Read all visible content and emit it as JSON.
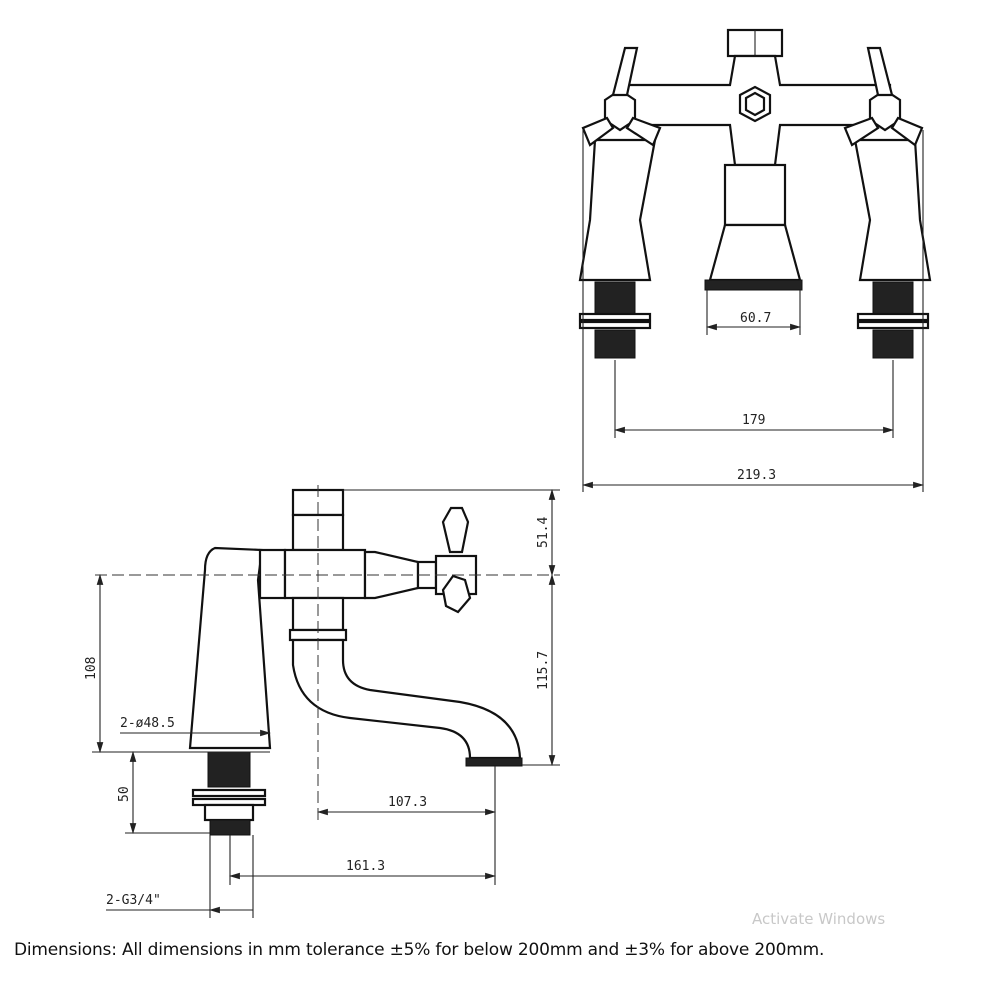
{
  "front_view": {
    "dim_spout_base": "60.7",
    "dim_tap_centres": "179",
    "dim_overall_width": "219.3"
  },
  "side_view": {
    "dim_height_to_centre": "108",
    "dim_thread_length": "50",
    "dim_top_to_centre": "51.4",
    "dim_centre_to_spout": "115.7",
    "dim_base_diameter": "2-ø48.5",
    "dim_spout_reach": "107.3",
    "dim_total_reach": "161.3",
    "dim_thread_size": "2-G3/4\""
  },
  "footer_note": "Dimensions: All dimensions in mm tolerance ±5% for below 200mm and ±3% for above 200mm.",
  "watermark": "Activate Windows"
}
